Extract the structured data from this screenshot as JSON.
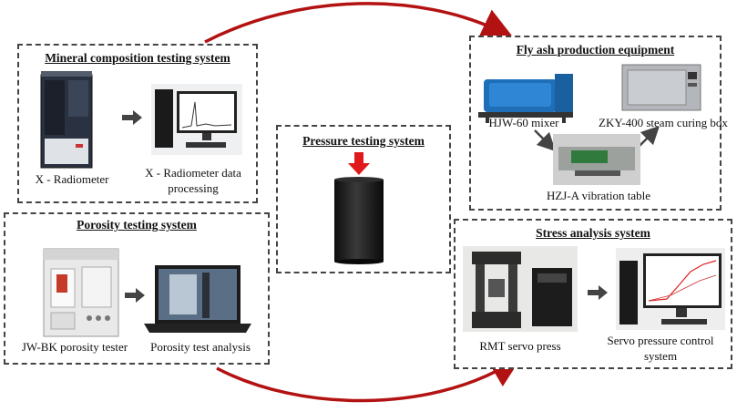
{
  "panels": {
    "mineral": {
      "title": "Mineral composition testing system",
      "left_caption": "X - Radiometer",
      "right_caption_line1": "X - Radiometer data",
      "right_caption_line2": "processing"
    },
    "porosity": {
      "title": "Porosity testing system",
      "left_caption": "JW-BK porosity tester",
      "right_caption": "Porosity test analysis"
    },
    "pressure": {
      "title": "Pressure testing system"
    },
    "flyash": {
      "title": "Fly ash production equipment",
      "mixer_caption": "HJW-60 mixer",
      "box_caption": "ZKY-400 steam curing box",
      "table_caption": "HZJ-A vibration table"
    },
    "stress": {
      "title": "Stress analysis system",
      "left_caption": "RMT servo press",
      "right_caption_line1": "Servo pressure control",
      "right_caption_line2": "system"
    }
  },
  "colors": {
    "cycle_arrow": "#b31212",
    "load_arrow": "#e01a1a",
    "dash_border": "#444444"
  }
}
